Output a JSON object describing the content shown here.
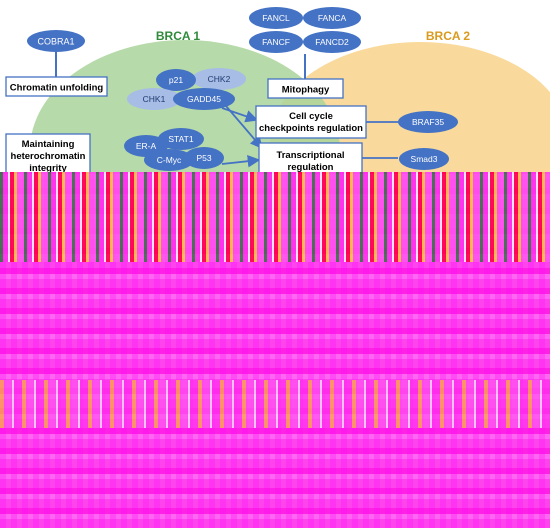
{
  "colors": {
    "brca1_region": "#a9d39a",
    "brca2_region": "#f8d38b",
    "node_fill": "#4472c4",
    "node_fill_light": "#a7bde6",
    "box_border": "#4472c4",
    "brca1_title": "#2e8b3a",
    "brca2_title": "#d99a1e",
    "arrow": "#4472c4",
    "glitch": "#ff44ee"
  },
  "titles": {
    "brca1": "BRCA 1",
    "brca2": "BRCA 2"
  },
  "proteins": {
    "cobra1": "COBRA1",
    "fancl": "FANCL",
    "fanca": "FANCA",
    "fancf": "FANCF",
    "fancd2": "FANCD2",
    "p21": "p21",
    "chk2": "CHK2",
    "chk1": "CHK1",
    "gadd45": "GADD45",
    "era": "ER-A",
    "stat1": "STAT1",
    "cmyc": "C-Myc",
    "p53": "P53",
    "braf35": "BRAF35",
    "smad3": "Smad3"
  },
  "functions": {
    "chromatin_unfolding": "Chromatin unfolding",
    "mitophagy": "Mitophagy",
    "cell_cycle_line1": "Cell cycle",
    "cell_cycle_line2": "checkpoints regulation",
    "maintaining_line1": "Maintaining",
    "maintaining_line2": "heterochromatin",
    "maintaining_line3": "integrity",
    "transcriptional_line1": "Transcriptional",
    "transcriptional_line2": "regulation"
  }
}
